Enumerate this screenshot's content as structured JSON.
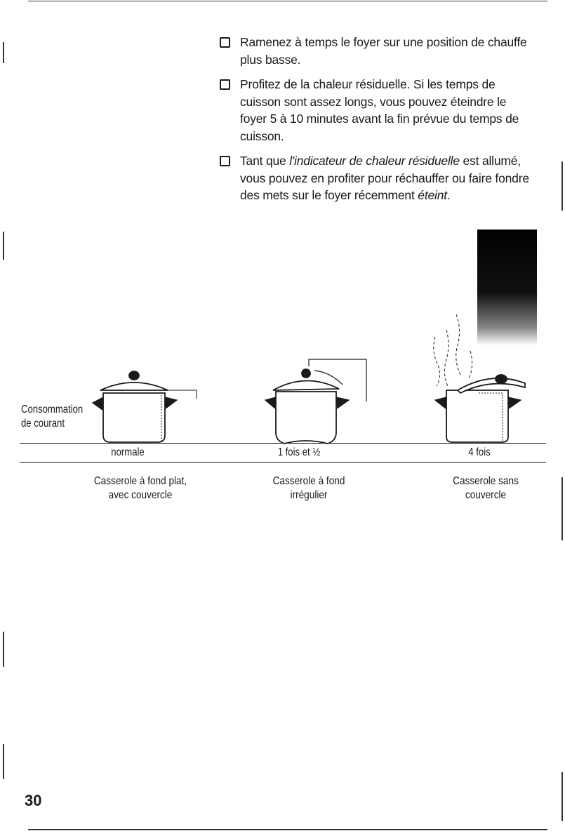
{
  "bullets": [
    {
      "segments": [
        "Ramenez à temps le foyer sur une position de chauffe plus basse."
      ]
    },
    {
      "segments": [
        "Profitez de la chaleur résiduelle. Si les temps de cuisson sont assez longs, vous pouvez éteindre le foyer 5 à 10 minutes avant la fin prévue du temps de cuisson."
      ]
    },
    {
      "prefix": "Tant que ",
      "italic1": "l'indicateur de chaleur résiduelle",
      "middle": " est allumé, vous pouvez en profiter pour réchauffer ou faire fondre des mets sur le foyer récemment ",
      "italic2": "éteint",
      "suffix": "."
    }
  ],
  "figure": {
    "row_label_line1": "Consommation",
    "row_label_line2": "de courant",
    "consumption": [
      "normale",
      "1 fois et ½",
      "4 fois"
    ],
    "pots": [
      {
        "line1": "Casserole à fond plat,",
        "line2": "avec couvercle"
      },
      {
        "line1": "Casserole à fond",
        "line2": "irrégulier"
      },
      {
        "line1": "Casserole sans",
        "line2": "couvercle"
      }
    ]
  },
  "page_number": "30"
}
